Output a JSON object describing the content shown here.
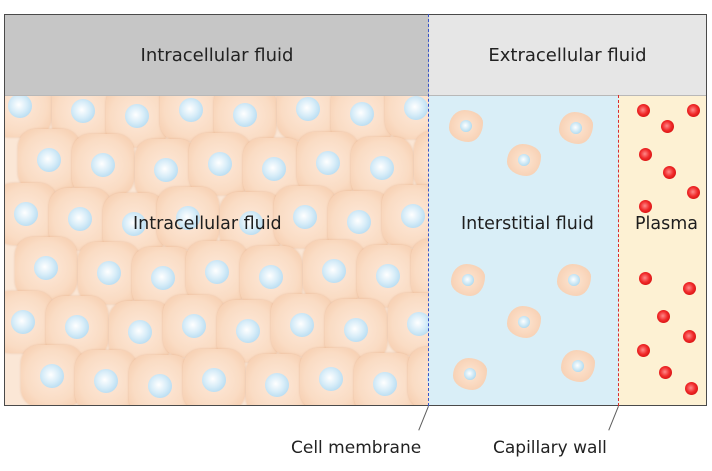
{
  "header": {
    "left_title": "Intracellular fluid",
    "right_title": "Extracellular fluid"
  },
  "compartments": {
    "intracellular": "Intracellular fluid",
    "interstitial": "Interstitial fluid",
    "plasma": "Plasma"
  },
  "boundaries": {
    "cell_membrane": "Cell membrane",
    "capillary_wall": "Capillary wall"
  },
  "colors": {
    "header_left": "#c6c6c6",
    "header_right": "#e6e6e6",
    "cells_bg": "#fbe7d6",
    "interstitial_bg": "#d9eef7",
    "plasma_bg": "#fdf1d3",
    "membrane_line": "#3a55c8",
    "capillary_line": "#d92c2c",
    "red_blood_cell": "#f02a2a"
  }
}
